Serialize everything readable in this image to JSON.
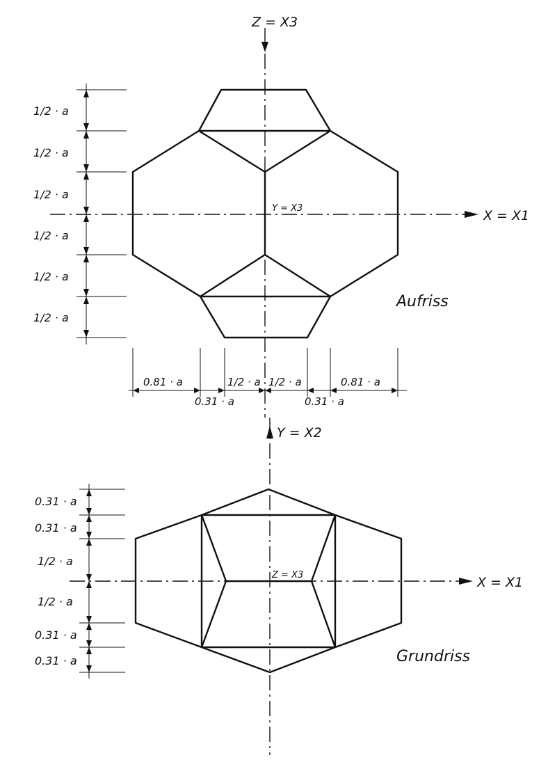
{
  "axes": {
    "z_x3": "Z = X3",
    "x_x1_top": "X = X1",
    "y_x3_center": "Y = X3",
    "y_x2": "Y = X2",
    "x_x1_bottom": "X = X1",
    "z_x3_center": "Z = X3"
  },
  "views": {
    "aufriss": "Aufriss",
    "grundriss": "Grundriss"
  },
  "aufriss_vertical_dims": [
    "1/2 · a",
    "1/2 · a",
    "1/2 · a",
    "1/2 · a",
    "1/2 · a",
    "1/2 · a"
  ],
  "horizontal_dims": {
    "top_row": [
      "0.81 · a",
      "1/2 · a",
      "1/2 · a",
      "0.81 · a"
    ],
    "bottom_row": [
      "0.31 · a",
      "0.31 · a"
    ]
  },
  "grundriss_vertical_dims": [
    "0.31 · a",
    "0.31 · a",
    "1/2 · a",
    "1/2 · a",
    "0.31 · a",
    "0.31 · a"
  ]
}
